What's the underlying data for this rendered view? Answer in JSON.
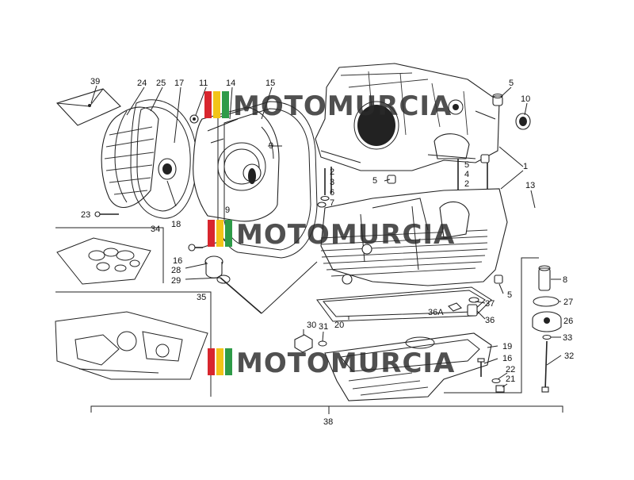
{
  "watermark": {
    "text": "MOTOMURCIA",
    "flag_colors": [
      "#d8262e",
      "#f2c418",
      "#2e9b48"
    ]
  },
  "labels": [
    {
      "id": "39",
      "text": "39"
    },
    {
      "id": "24",
      "text": "24"
    },
    {
      "id": "25",
      "text": "25"
    },
    {
      "id": "17",
      "text": "17"
    },
    {
      "id": "11",
      "text": "11"
    },
    {
      "id": "14",
      "text": "14"
    },
    {
      "id": "15",
      "text": "15"
    },
    {
      "id": "5a",
      "text": "5"
    },
    {
      "id": "10",
      "text": "10"
    },
    {
      "id": "9a",
      "text": "9"
    },
    {
      "id": "2a",
      "text": "2"
    },
    {
      "id": "3",
      "text": "3"
    },
    {
      "id": "6",
      "text": "6"
    },
    {
      "id": "7",
      "text": "7"
    },
    {
      "id": "5b",
      "text": "5"
    },
    {
      "id": "4",
      "text": "4"
    },
    {
      "id": "2b",
      "text": "2"
    },
    {
      "id": "5c",
      "text": "5"
    },
    {
      "id": "1",
      "text": "1"
    },
    {
      "id": "13",
      "text": "13"
    },
    {
      "id": "9b",
      "text": "9"
    },
    {
      "id": "23",
      "text": "23"
    },
    {
      "id": "18",
      "text": "18"
    },
    {
      "id": "34",
      "text": "34"
    },
    {
      "id": "16a",
      "text": "16"
    },
    {
      "id": "28",
      "text": "28"
    },
    {
      "id": "29",
      "text": "29"
    },
    {
      "id": "35",
      "text": "35"
    },
    {
      "id": "8",
      "text": "8"
    },
    {
      "id": "5d",
      "text": "5"
    },
    {
      "id": "37",
      "text": "37"
    },
    {
      "id": "27",
      "text": "27"
    },
    {
      "id": "36A",
      "text": "36A"
    },
    {
      "id": "36",
      "text": "36"
    },
    {
      "id": "26",
      "text": "26"
    },
    {
      "id": "20",
      "text": "20"
    },
    {
      "id": "30",
      "text": "30"
    },
    {
      "id": "31",
      "text": "31"
    },
    {
      "id": "33",
      "text": "33"
    },
    {
      "id": "19",
      "text": "19"
    },
    {
      "id": "16b",
      "text": "16"
    },
    {
      "id": "22",
      "text": "22"
    },
    {
      "id": "21",
      "text": "21"
    },
    {
      "id": "32",
      "text": "32"
    },
    {
      "id": "38",
      "text": "38"
    }
  ]
}
